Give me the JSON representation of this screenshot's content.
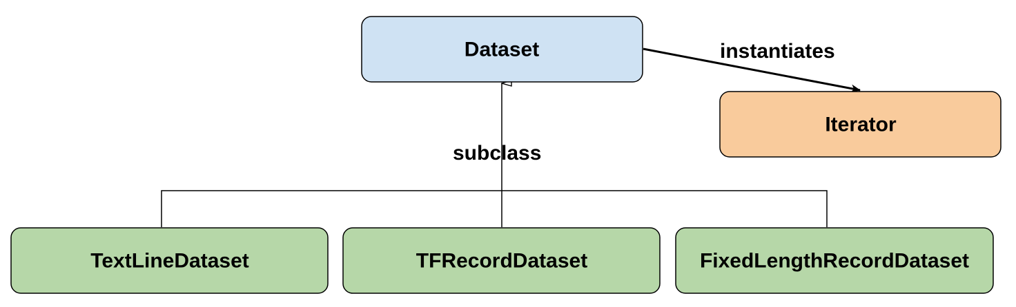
{
  "colors": {
    "parent_fill": "#cfe2f3",
    "iterator_fill": "#f9cb9c",
    "subclass_fill": "#b6d7a8",
    "stroke": "#000000"
  },
  "nodes": {
    "dataset": "Dataset",
    "iterator": "Iterator",
    "text_line_dataset": "TextLineDataset",
    "tfrecord_dataset": "TFRecordDataset",
    "fixed_length_record_dataset": "FixedLengthRecordDataset"
  },
  "edges": {
    "instantiates": "instantiates",
    "subclass": "subclass"
  }
}
